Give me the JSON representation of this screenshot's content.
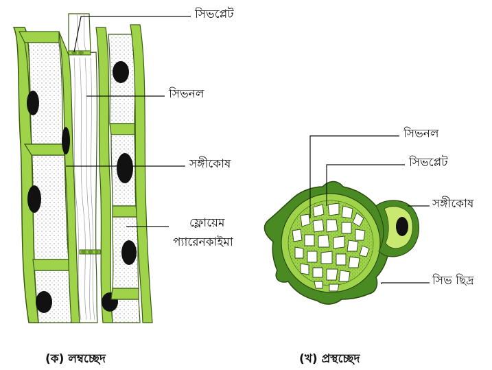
{
  "labels": {
    "sieve_plate": "সিভপ্লেট",
    "sieve_tube": "সিভনল",
    "companion_cell": "সঙ্গীকোষ",
    "phloem_parenchyma_line1": "ফ্লোয়েম",
    "phloem_parenchyma_line2": "প্যারেনকাইমা",
    "cross_sieve_tube": "সিভনল",
    "cross_sieve_plate": "সিভপ্লেট",
    "cross_companion_cell": "সঙ্গীকোষ",
    "sieve_pore": "সিভ ছিদ্র"
  },
  "captions": {
    "longitudinal": "(ক) লম্বচ্ছেদ",
    "transverse": "(খ) প্রস্থচ্ছেদ"
  },
  "colors": {
    "cell_wall_green": "#9ed34a",
    "cell_wall_outline": "#3a5a14",
    "dark_green": "#4a8a22",
    "cytoplasm_stipple": "#555555",
    "nucleus": "#111111",
    "sieve_tube_interior": "#ffffff"
  }
}
